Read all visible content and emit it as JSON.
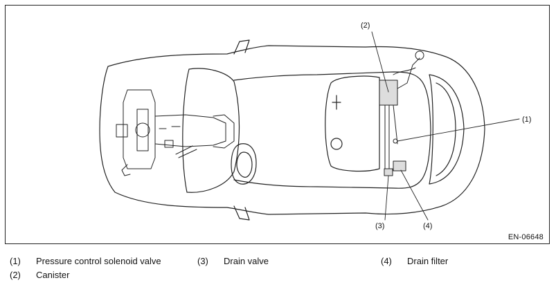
{
  "diagram": {
    "code": "EN-06648",
    "callouts": [
      "(1)",
      "(2)",
      "(3)",
      "(4)"
    ]
  },
  "legend": {
    "items": [
      {
        "num": "(1)",
        "label": "Pressure control solenoid valve"
      },
      {
        "num": "(2)",
        "label": "Canister"
      },
      {
        "num": "(3)",
        "label": "Drain valve"
      },
      {
        "num": "(4)",
        "label": "Drain filter"
      }
    ]
  }
}
